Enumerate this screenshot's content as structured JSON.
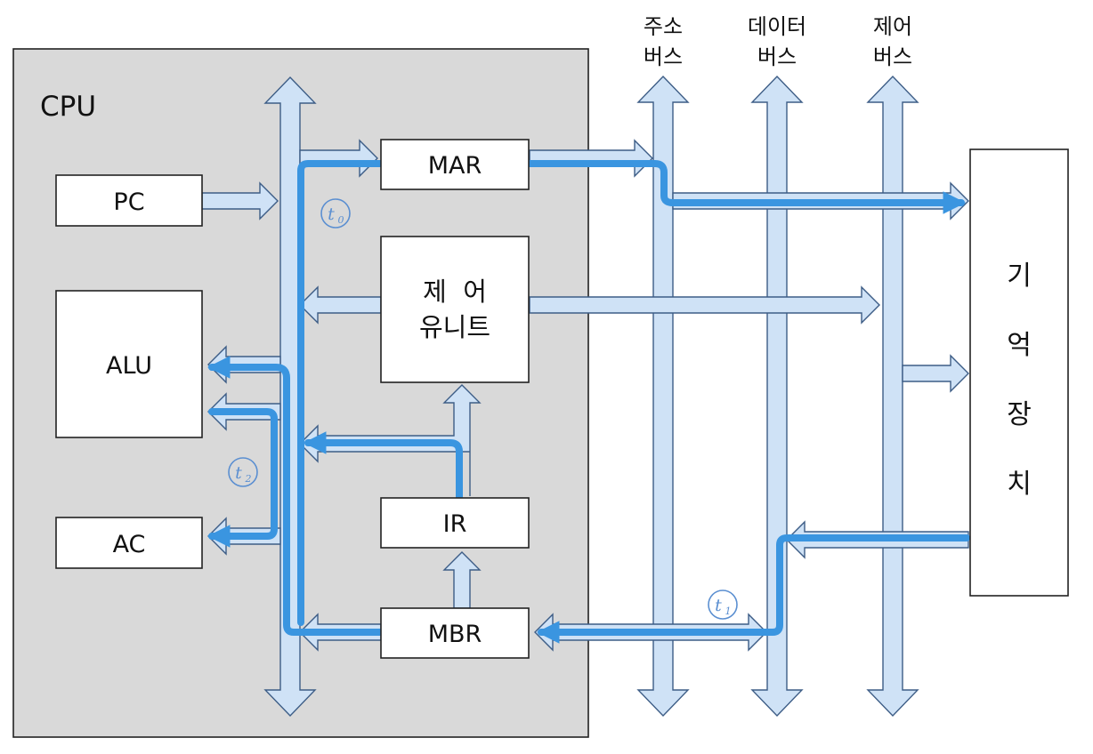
{
  "cpu": {
    "label": "CPU"
  },
  "registers": {
    "pc": "PC",
    "alu": "ALU",
    "ac": "AC",
    "mar": "MAR",
    "ir": "IR",
    "mbr": "MBR"
  },
  "control_unit": {
    "line1": "제  어",
    "line2": "유니트"
  },
  "memory": {
    "chars": [
      "기",
      "억",
      "장",
      "치"
    ]
  },
  "buses": {
    "address": {
      "line1": "주소",
      "line2": "버스"
    },
    "data": {
      "line1": "데이터",
      "line2": "버스"
    },
    "control": {
      "line1": "제어",
      "line2": "버스"
    }
  },
  "timing": {
    "t0": {
      "base": "t",
      "sub": "0"
    },
    "t1": {
      "base": "t",
      "sub": "1"
    },
    "t2": {
      "base": "t",
      "sub": "2"
    }
  },
  "colors": {
    "bus_fill": "#cfe2f6",
    "highlight": "#3a95e0",
    "cpu_background": "#d9d9d9"
  }
}
